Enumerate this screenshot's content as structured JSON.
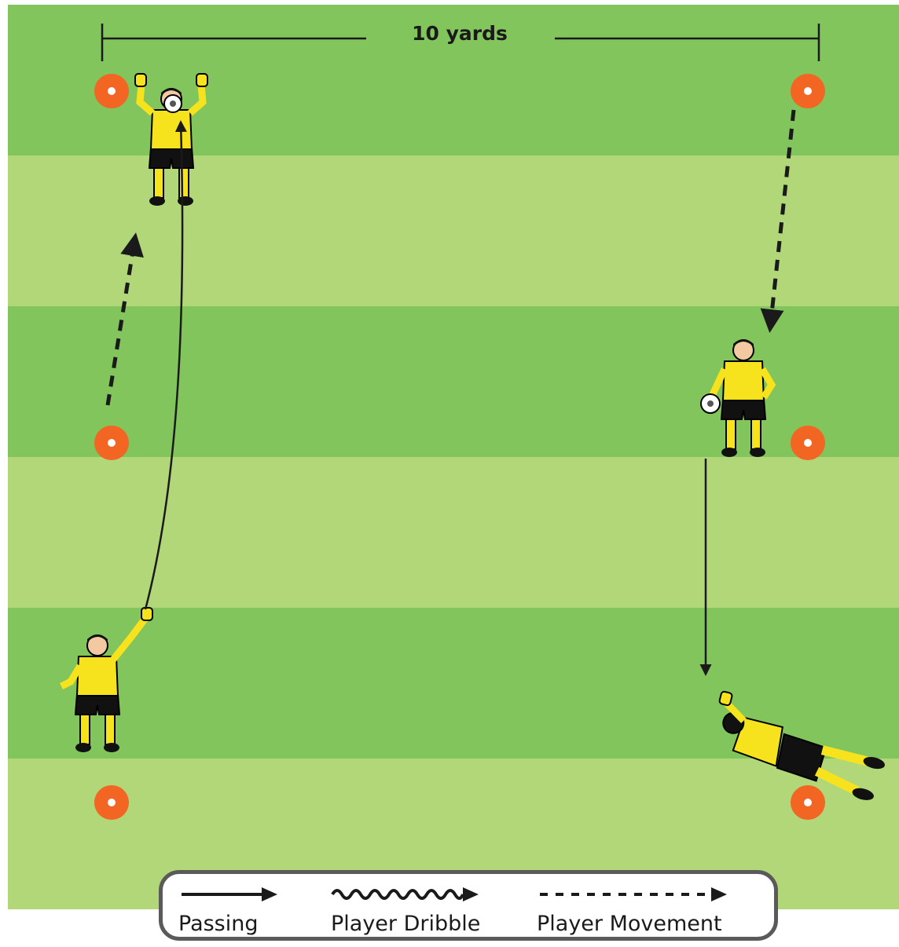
{
  "diagram": {
    "distance_label": "10 yards",
    "colors": {
      "stripe_dark": "#82c55c",
      "stripe_light": "#b2d778",
      "cone": "#f26522",
      "jersey": "#f7e21e",
      "shorts": "#111111",
      "line": "#1a1a1a",
      "legend_border": "#5a5a5a"
    },
    "icons": [
      "cone-icon",
      "goalkeeper-icon",
      "ball-icon",
      "arrow-icon"
    ]
  },
  "legend": {
    "passing": "Passing",
    "dribble": "Player Dribble",
    "movement": "Player Movement"
  }
}
